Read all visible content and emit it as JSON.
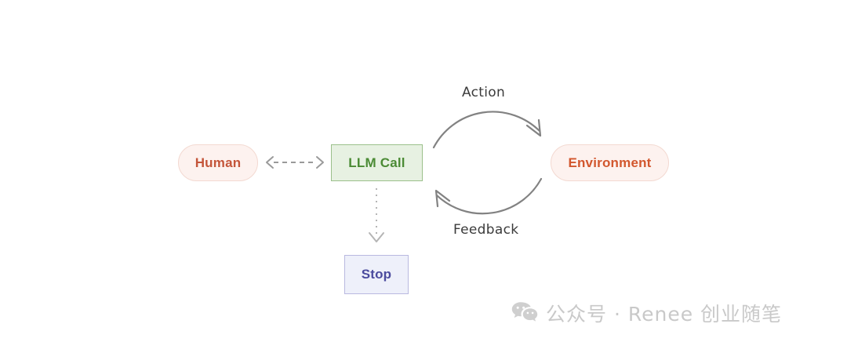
{
  "diagram": {
    "title": "Agent loop diagram",
    "nodes": [
      {
        "id": "human",
        "label": "Human",
        "shape": "pill",
        "fill": "#fdf2ef",
        "stroke": "#f3d9d1",
        "text_color": "#c4553a"
      },
      {
        "id": "llm_call",
        "label": "LLM Call",
        "shape": "rect",
        "fill": "#e7f1e2",
        "stroke": "#9bc08b",
        "text_color": "#4b8b35"
      },
      {
        "id": "environment",
        "label": "Environment",
        "shape": "pill",
        "fill": "#fdf2ef",
        "stroke": "#f3d9d1",
        "text_color": "#d2572e"
      },
      {
        "id": "stop",
        "label": "Stop",
        "shape": "rect",
        "fill": "#eef0fa",
        "stroke": "#b9b9e0",
        "text_color": "#4b4b9e"
      }
    ],
    "edges": [
      {
        "id": "action",
        "label": "Action",
        "from": "llm_call",
        "to": "environment",
        "style": "solid-arc",
        "direction": "clockwise",
        "color": "#808080"
      },
      {
        "id": "feedback",
        "label": "Feedback",
        "from": "environment",
        "to": "llm_call",
        "style": "solid-arc",
        "direction": "clockwise",
        "color": "#808080"
      },
      {
        "id": "human-llm",
        "label": "",
        "from": "human",
        "to": "llm_call",
        "style": "dashed",
        "direction": "bidirectional",
        "color": "#9a9a9a"
      },
      {
        "id": "llm-stop",
        "label": "",
        "from": "llm_call",
        "to": "stop",
        "style": "dotted",
        "direction": "down",
        "color": "#b0b0b0"
      }
    ]
  },
  "watermark": {
    "icon": "wechat-icon",
    "text": "公众号 · Renee 创业随笔",
    "color": "#c9c9c9"
  }
}
